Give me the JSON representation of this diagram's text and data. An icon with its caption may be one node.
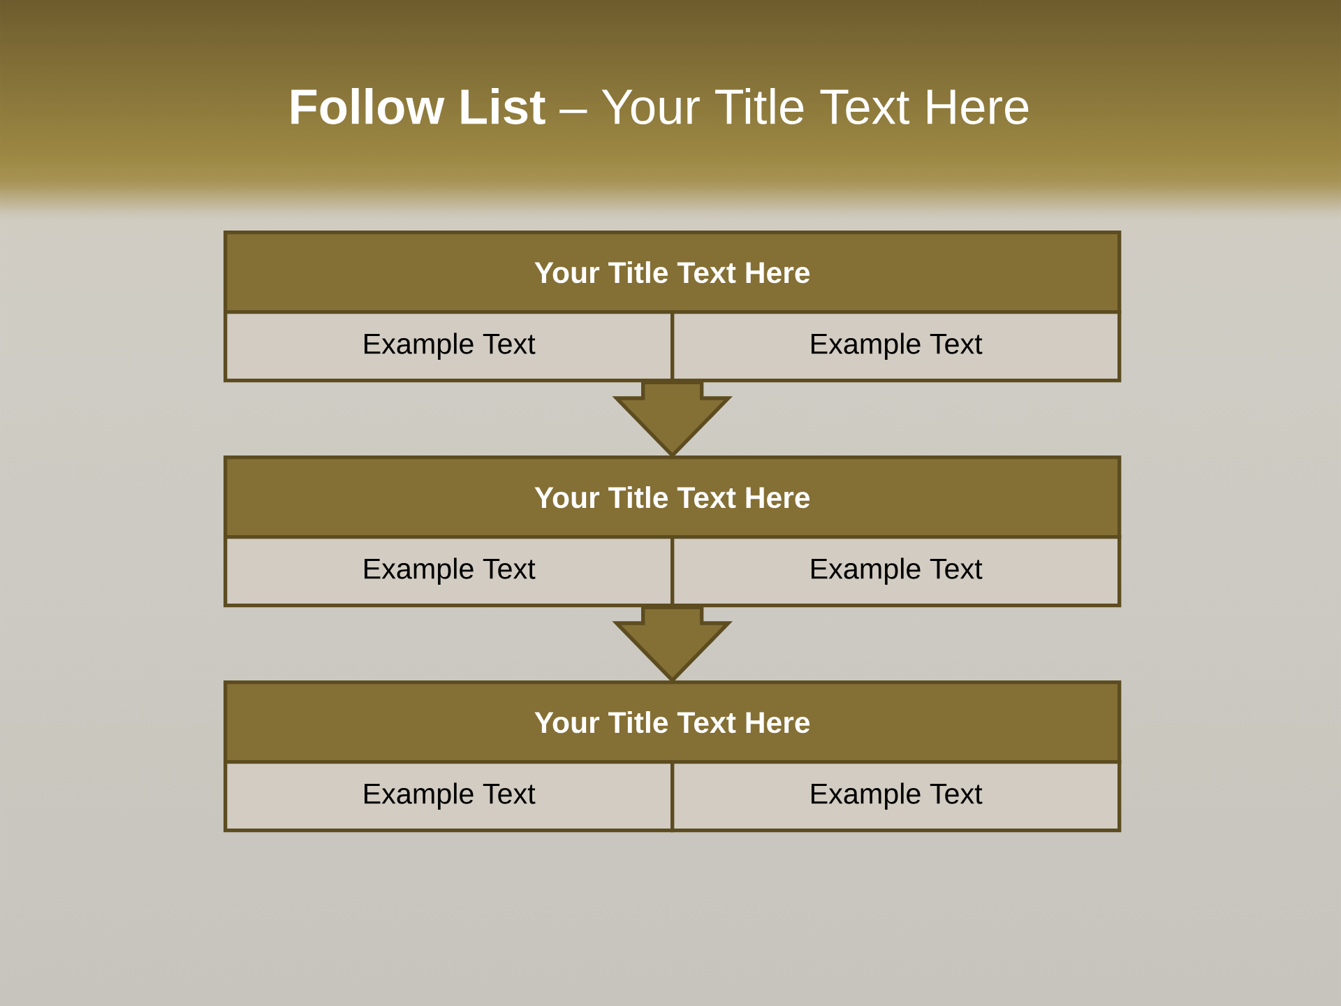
{
  "diagram": {
    "title": "**Follow List** – Your Title Text Here",
    "nodes": [
      {
        "text": [
          "Your Title Text Here"
        ]
      },
      {
        "text": [
          "Example Text"
        ]
      },
      {
        "text": [
          "Example Text"
        ]
      },
      {
        "text": [
          "Your Title Text Here"
        ]
      },
      {
        "text": [
          "Example Text"
        ]
      },
      {
        "text": [
          "Example Text"
        ]
      },
      {
        "text": [
          "Your Title Text Here"
        ]
      },
      {
        "text": [
          "Example Text"
        ]
      },
      {
        "text": [
          "Example Text"
        ]
      }
    ],
    "edges": [
      {
        "from": 1,
        "to": 3,
        "arrow": "to"
      },
      {
        "from": 2,
        "to": 3,
        "arrow": "to"
      },
      {
        "from": 4,
        "to": 6,
        "arrow": "to"
      },
      {
        "from": 5,
        "to": 6,
        "arrow": "to"
      }
    ]
  }
}
